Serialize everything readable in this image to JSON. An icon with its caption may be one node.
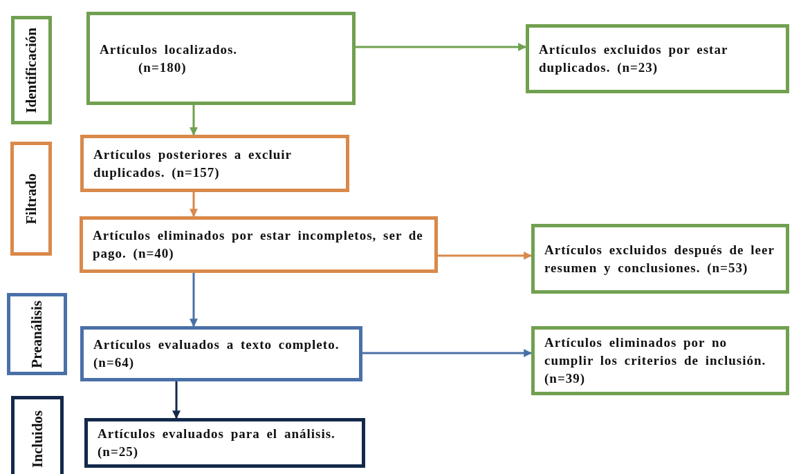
{
  "diagram": {
    "nodes": [
      {
        "text": [
          "Identificación"
        ]
      },
      {
        "text": [
          "Artículos localizados.",
          "(n=180)"
        ]
      },
      {
        "text": [
          "Artículos excluidos por estar duplicados. (n=23)"
        ]
      },
      {
        "text": [
          "Filtrado"
        ]
      },
      {
        "text": [
          "Artículos posteriores a excluir duplicados. (n=157)"
        ]
      },
      {
        "text": [
          "Artículos eliminados por estar incompletos, ser de pago. (n=40)"
        ]
      },
      {
        "text": [
          "Artículos excluidos después de leer resumen y conclusiones. (n=53)"
        ]
      },
      {
        "text": [
          "Preanálisis"
        ]
      },
      {
        "text": [
          "Artículos evaluados a texto completo. (n=64)"
        ]
      },
      {
        "text": [
          "Artículos eliminados por no cumplir los criterios de inclusión. (n=39)"
        ]
      },
      {
        "text": [
          "Incluidos"
        ]
      },
      {
        "text": [
          "Artículos evaluados para el análisis. (n=25)"
        ]
      }
    ],
    "edges": [
      {
        "from": 1,
        "to": 2,
        "arrow": "to",
        "color": "#70a050"
      },
      {
        "from": 1,
        "to": 4,
        "arrow": "to",
        "color": "#70a050"
      },
      {
        "from": 4,
        "to": 5,
        "arrow": "to",
        "color": "#d9894a"
      },
      {
        "from": 5,
        "to": 6,
        "arrow": "to",
        "color": "#d9894a"
      },
      {
        "from": 5,
        "to": 8,
        "arrow": "to",
        "color": "#4a70a8"
      },
      {
        "from": 8,
        "to": 9,
        "arrow": "to",
        "color": "#4a70a8"
      },
      {
        "from": 8,
        "to": 11,
        "arrow": "to",
        "color": "#13294b"
      }
    ]
  }
}
